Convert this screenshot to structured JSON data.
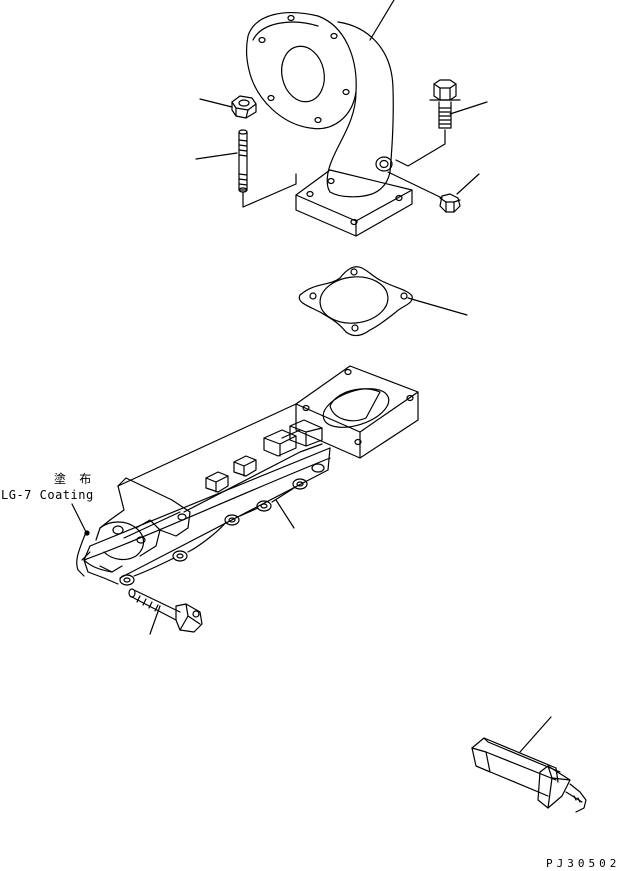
{
  "diagram": {
    "annotation_japanese": "塗 布",
    "annotation_english": "LG-7 Coating",
    "drawing_code": "PJ30502",
    "colors": {
      "line": "#000000",
      "background": "#ffffff"
    }
  }
}
